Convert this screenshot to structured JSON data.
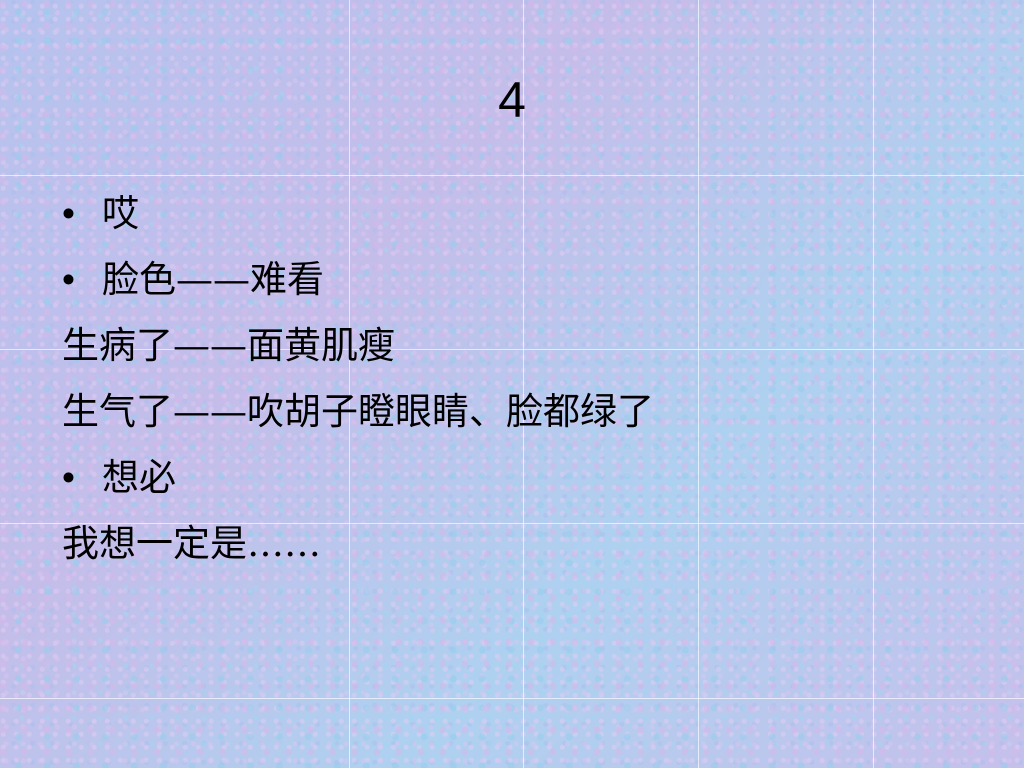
{
  "slide": {
    "title": "4",
    "bullet_symbol": "•",
    "lines": [
      {
        "bullet": true,
        "text": "哎"
      },
      {
        "bullet": true,
        "text": "脸色——难看"
      },
      {
        "bullet": false,
        "text": "生病了——面黄肌瘦"
      },
      {
        "bullet": false,
        "text": "生气了——吹胡子瞪眼睛、脸都绿了"
      },
      {
        "bullet": true,
        "text": "想必"
      },
      {
        "bullet": false,
        "text": "我想一定是……"
      }
    ]
  },
  "colors": {
    "background": "#b9c6ee",
    "text": "#000000"
  }
}
